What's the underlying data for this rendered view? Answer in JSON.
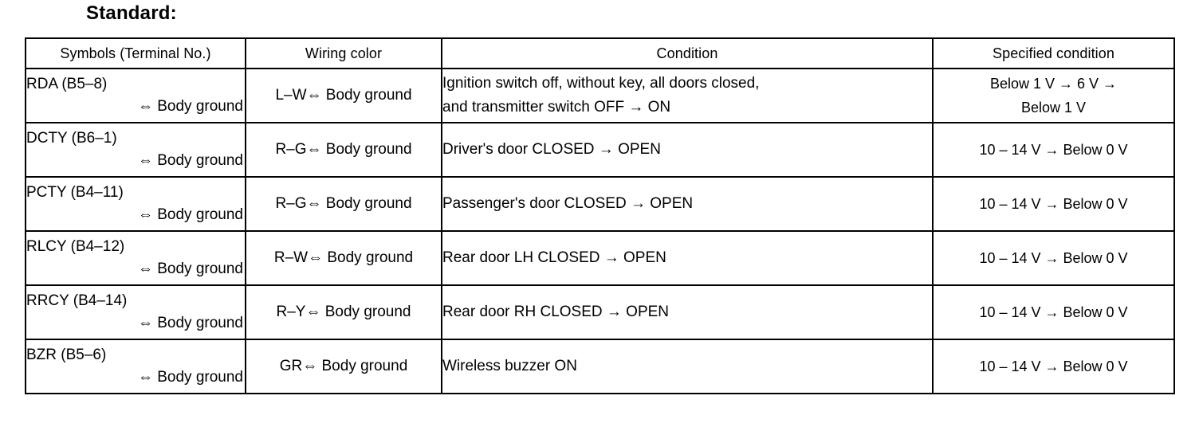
{
  "section": {
    "title": "Standard:"
  },
  "table": {
    "headers": [
      "Symbols (Terminal No.)",
      "Wiring color",
      "Condition",
      "Specified condition"
    ],
    "rows": [
      {
        "symbol_name": "RDA (B5–8)",
        "symbol_ground": "⇔ Body ground",
        "wiring_color": "L–W⇔ Body ground",
        "condition_lines": [
          "Ignition switch off, without key, all doors closed,",
          "and transmitter switch OFF → ON"
        ],
        "spec_lines": [
          "Below 1 V → 6 V →",
          "Below 1 V"
        ]
      },
      {
        "symbol_name": "DCTY (B6–1)",
        "symbol_ground": "⇔ Body ground",
        "wiring_color": "R–G⇔ Body ground",
        "condition_lines": [
          "Driver's door CLOSED → OPEN"
        ],
        "spec_lines": [
          "10 – 14 V → Below 0 V"
        ]
      },
      {
        "symbol_name": "PCTY (B4–11)",
        "symbol_ground": "⇔ Body ground",
        "wiring_color": "R–G⇔ Body ground",
        "condition_lines": [
          "Passenger's door CLOSED → OPEN"
        ],
        "spec_lines": [
          "10 – 14 V → Below 0 V"
        ]
      },
      {
        "symbol_name": "RLCY (B4–12)",
        "symbol_ground": "⇔ Body ground",
        "wiring_color": "R–W⇔ Body ground",
        "condition_lines": [
          "Rear door LH CLOSED → OPEN"
        ],
        "spec_lines": [
          "10 – 14 V → Below 0 V"
        ]
      },
      {
        "symbol_name": "RRCY (B4–14)",
        "symbol_ground": "⇔ Body ground",
        "wiring_color": "R–Y⇔ Body ground",
        "condition_lines": [
          "Rear door RH CLOSED → OPEN"
        ],
        "spec_lines": [
          "10 – 14 V → Below 0 V"
        ]
      },
      {
        "symbol_name": "BZR (B5–6)",
        "symbol_ground": "⇔ Body ground",
        "wiring_color": "GR⇔ Body ground",
        "condition_lines": [
          "Wireless buzzer ON"
        ],
        "spec_lines": [
          "10 – 14 V → Below 0 V"
        ]
      }
    ]
  },
  "colors": {
    "ink": "#000000",
    "paper": "#ffffff"
  }
}
